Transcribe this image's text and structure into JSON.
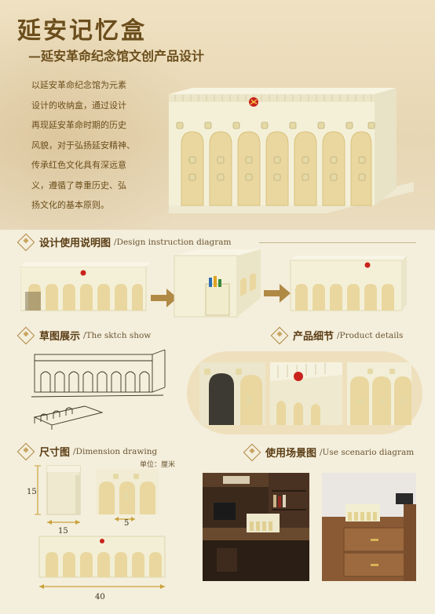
{
  "header": {
    "title": "延安记忆盒",
    "subtitle": "—延安革命纪念馆文创产品设计"
  },
  "intro": {
    "lines": [
      "以延安革命纪念馆为元素",
      "设计的收纳盒，通过设计",
      "再现延安革命时期的历史",
      "风貌，对于弘扬延安精神、",
      "传承红色文化具有深远意",
      "义，遵循了尊重历史、弘",
      "扬文化的基本原则。"
    ]
  },
  "sections": {
    "instruction": {
      "cn": "设计使用说明图",
      "en": "/Design instruction diagram"
    },
    "sketch": {
      "cn": "草图展示",
      "en": "/The sktch show"
    },
    "details": {
      "cn": "产品细节",
      "en": "/Product details"
    },
    "dimension": {
      "cn": "尺寸图",
      "en": "/Dimension drawing"
    },
    "scenario": {
      "cn": "使用场景图",
      "en": "/Use scenario diagram"
    }
  },
  "dimension": {
    "unit": "单位：厘米",
    "height": "15",
    "depth": "15",
    "arch_width": "5",
    "length": "40"
  },
  "colors": {
    "accent": "#b08a45",
    "box": "#f3efd3",
    "arch": "#e9d79f",
    "emblem": "#c8231c"
  }
}
